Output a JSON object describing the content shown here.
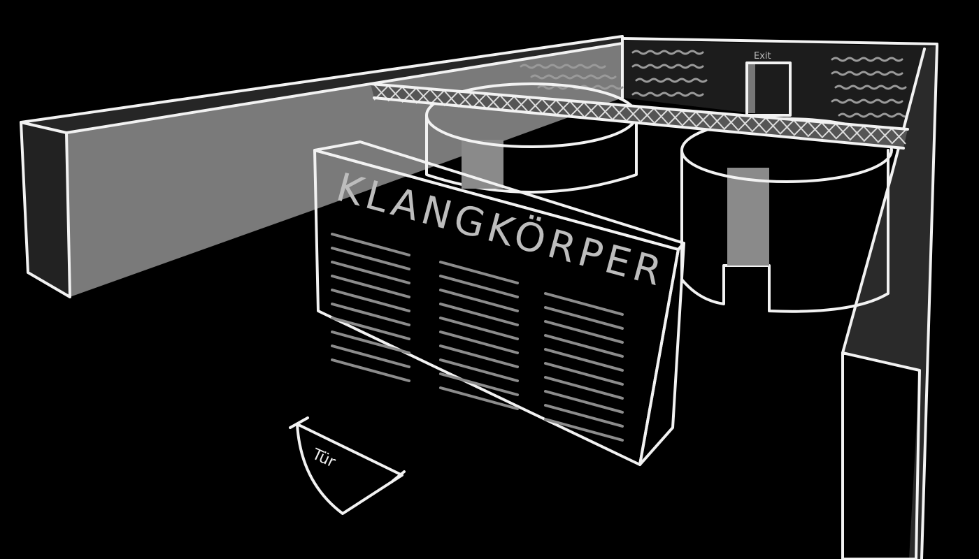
{
  "sketch": {
    "board_title": "KLANGKÖRPER",
    "exit_label": "Exit",
    "door_label": "Tür"
  },
  "colors": {
    "background": "#000000",
    "line": "#f2f2f2",
    "wall_gray": "#7a7a7a",
    "wall_dark": "#262626"
  }
}
